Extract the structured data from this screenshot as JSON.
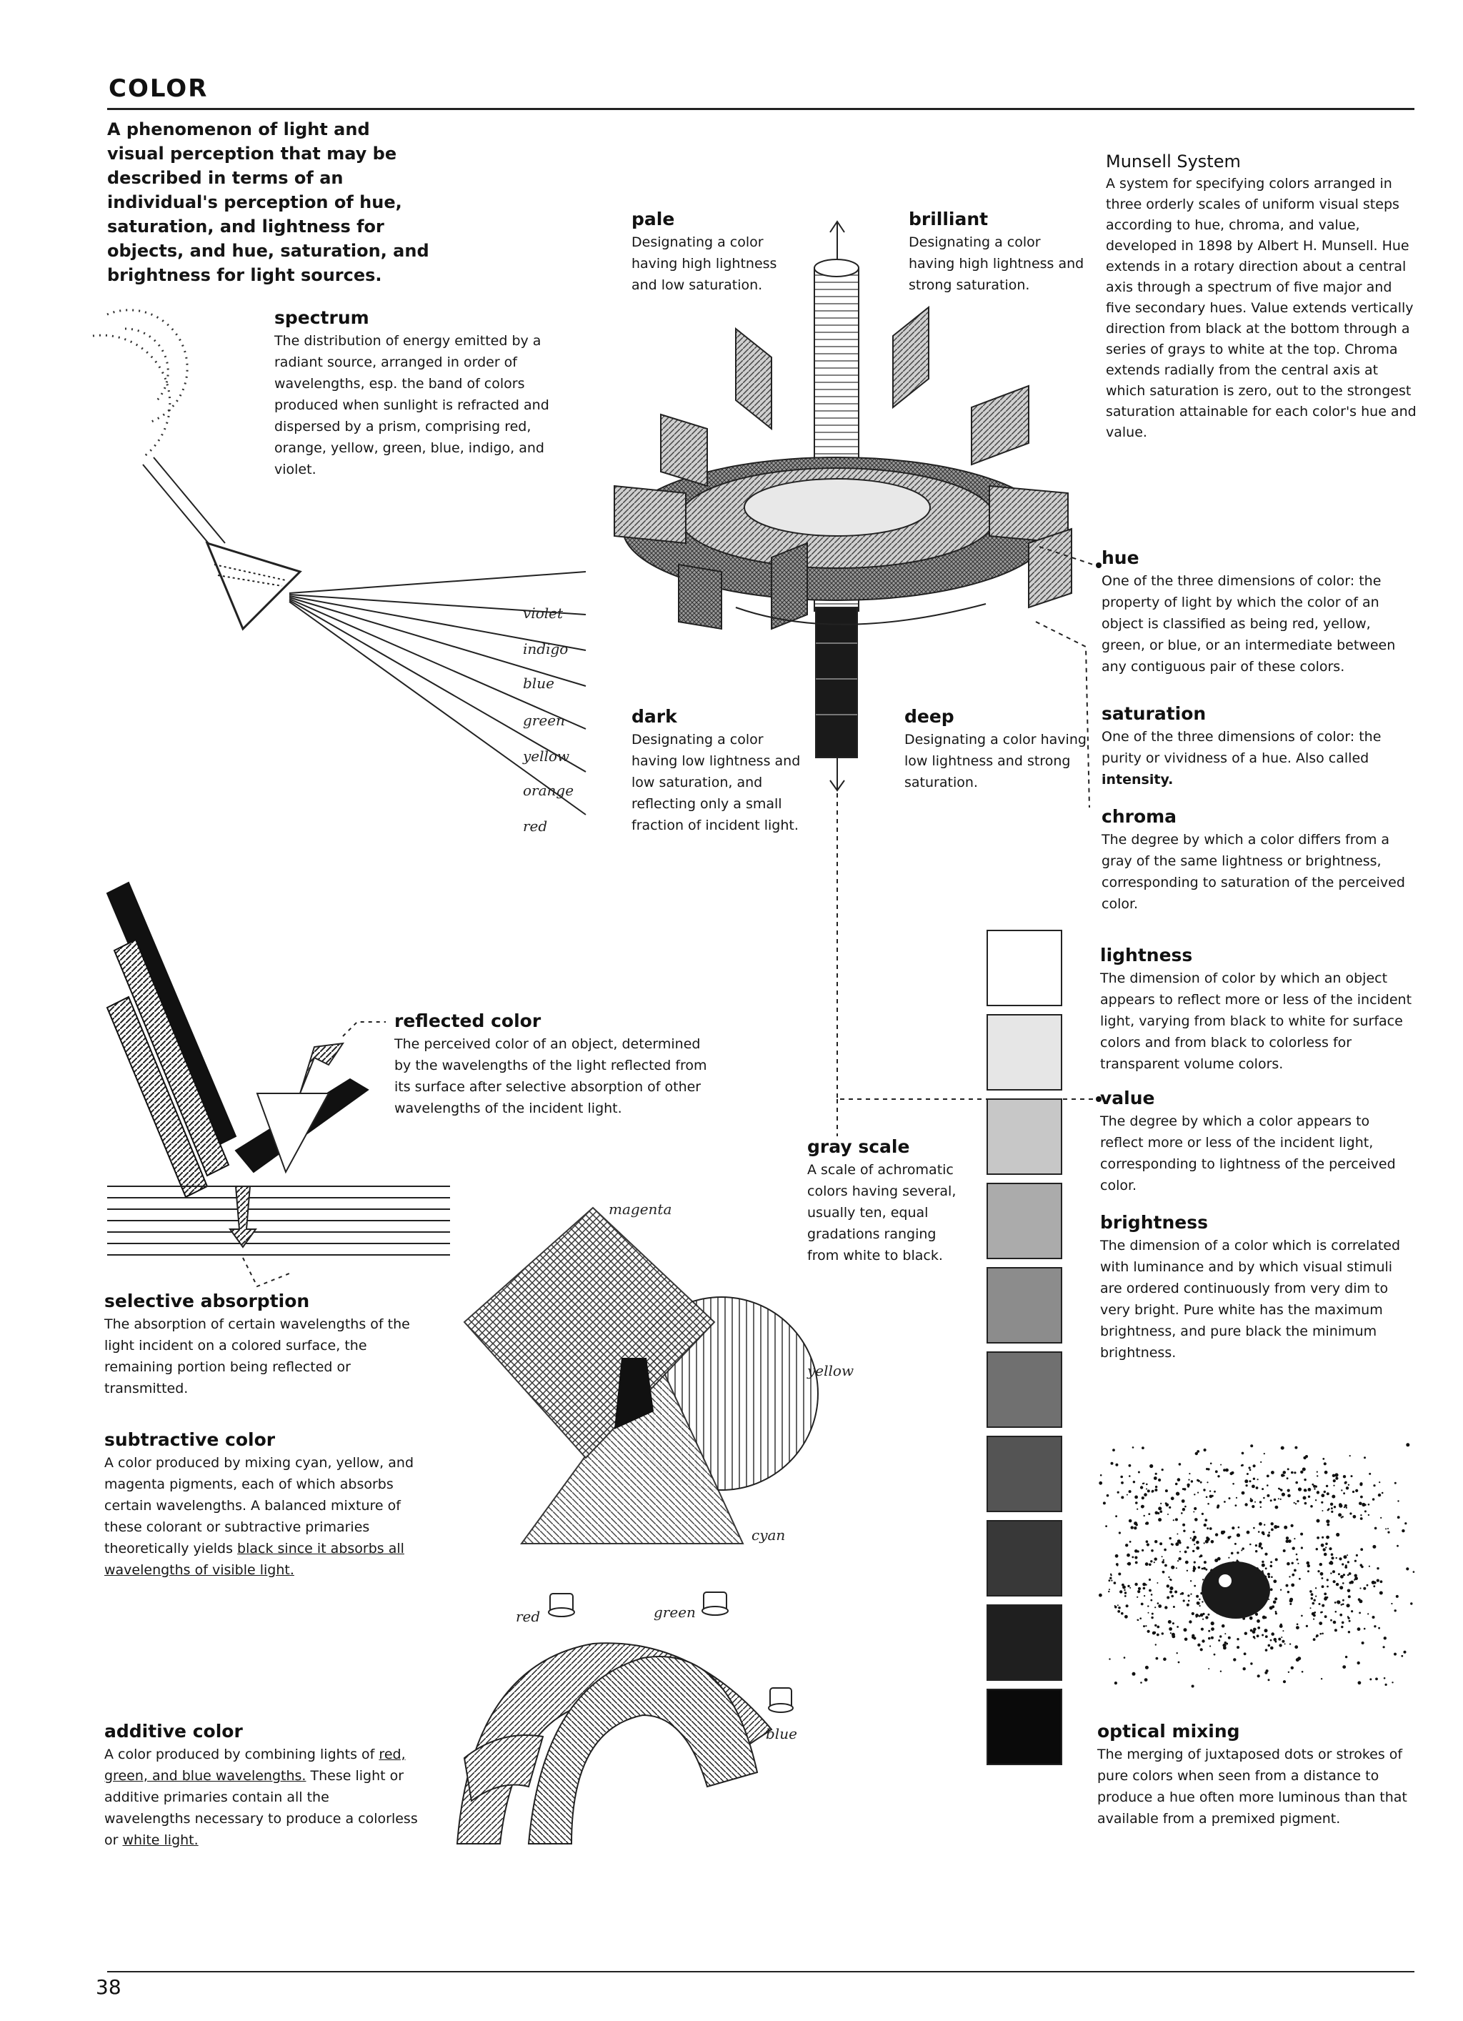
{
  "page": {
    "title": "COLOR",
    "intro": "A phenomenon of light and visual perception that may be described in terms of an individual's perception of hue, saturation, and lightness for objects, and hue, saturation, and brightness for light sources.",
    "page_number": "38"
  },
  "entries": {
    "spectrum": {
      "term": "spectrum",
      "def": "The distribution of energy emitted by a radiant source, arranged in order of wavelengths, esp. the band of colors produced when sunlight is refracted and dispersed by a prism, comprising red, orange, yellow, green, blue, indigo, and violet."
    },
    "pale": {
      "term": "pale",
      "def": "Designating a color having high lightness and low saturation."
    },
    "brilliant": {
      "term": "brilliant",
      "def": "Designating a color having high lightness and strong saturation."
    },
    "munsell": {
      "term": "Munsell System",
      "def": "A system for specifying colors arranged in three orderly scales of uniform visual steps according to hue, chroma, and value, developed in 1898 by Albert H. Munsell. Hue extends in a rotary direction about a central axis through a spectrum of five major and five secondary hues. Value extends vertically direction from black at the bottom through a series of grays to white at the top. Chroma extends radially from the central axis at which saturation is zero, out to the strongest saturation attainable for each color's hue and value."
    },
    "hue": {
      "term": "hue",
      "def": "One of the three dimensions of color: the property of light by which the color of an object is classified as being red, yellow, green, or blue, or an intermediate between any contiguous pair of these colors."
    },
    "dark": {
      "term": "dark",
      "def": "Designating a color having low lightness and low saturation, and reflecting only a small fraction of incident light."
    },
    "deep": {
      "term": "deep",
      "def": "Designating a color having low lightness and strong saturation."
    },
    "saturation": {
      "term": "saturation",
      "def_pre": "One of the three dimensions of color: the purity or vividness of a hue. Also called",
      "def_em": "intensity."
    },
    "chroma": {
      "term": "chroma",
      "def": "The degree by which a color differs from a gray of the same lightness or brightness, corresponding to saturation of the perceived color."
    },
    "lightness": {
      "term": "lightness",
      "def": "The dimension of color by which an object appears to reflect more or less of the incident light, varying from black to white for surface colors and from black to colorless for transparent volume colors."
    },
    "value": {
      "term": "value",
      "def": "The degree by which a color appears to reflect more or less of the incident light, corresponding to lightness of the perceived color."
    },
    "reflected": {
      "term": "reflected color",
      "def": "The perceived color of an object, determined by the wavelengths of the light reflected from its surface after selective absorption of other wavelengths of the incident light."
    },
    "gray_scale": {
      "term": "gray scale",
      "def": "A scale of achromatic colors having several, usually ten, equal gradations ranging from white to black."
    },
    "brightness": {
      "term": "brightness",
      "def": "The dimension of a color which is correlated with luminance and by which visual stimuli are ordered continuously from very dim to very bright. Pure white has the maximum brightness, and pure black the minimum brightness."
    },
    "selective": {
      "term": "selective absorption",
      "def": "The absorption of certain wavelengths of the light incident on a colored surface, the remaining portion being reflected or transmitted."
    },
    "subtractive": {
      "term": "subtractive color",
      "def_pre": "A color produced by mixing cyan, yellow, and magenta pigments, each of which absorbs certain wavelengths. A balanced mixture of these colorant or subtractive primaries theoretically yields",
      "def_ul": "black since it absorbs all wavelengths of visible light."
    },
    "additive": {
      "term": "additive color",
      "def_pre": "A color produced by combining lights of",
      "def_ul1": "red, green, and blue wavelengths.",
      "def_mid": "These light or additive primaries contain all the wavelengths necessary to produce a colorless or",
      "def_ul2": "white light."
    },
    "optical": {
      "term": "optical mixing",
      "def": "The merging of juxtaposed dots or strokes of pure colors when seen from a distance to produce a hue often more luminous than that available from a premixed pigment."
    }
  },
  "labels": {
    "spectrum": [
      "violet",
      "indigo",
      "blue",
      "green",
      "yellow",
      "orange",
      "red"
    ],
    "subtractive": {
      "magenta": "magenta",
      "yellow": "yellow",
      "cyan": "cyan"
    },
    "additive": {
      "red": "red",
      "green": "green",
      "blue": "blue"
    }
  },
  "gray_scale_steps": [
    0.0,
    0.1,
    0.22,
    0.33,
    0.45,
    0.56,
    0.67,
    0.78,
    0.88,
    0.96
  ]
}
